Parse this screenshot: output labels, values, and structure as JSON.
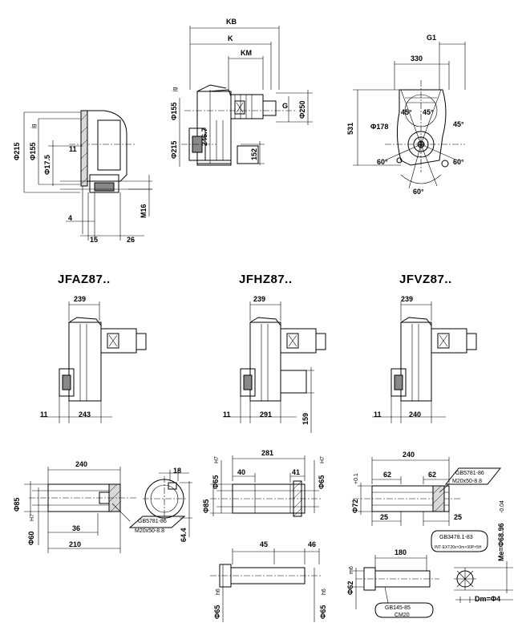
{
  "titles": {
    "faz": "JFAZ87..",
    "fhz": "JFHZ87..",
    "fvz": "JFVZ87.."
  },
  "top_left": {
    "d215": "Φ215",
    "d155": "Φ155",
    "d155_sub": "jg",
    "d17_5": "Φ17.5",
    "n11": "11",
    "n4": "4",
    "n15": "15",
    "n26": "26",
    "m16": "M16"
  },
  "top_mid": {
    "kb": "KB",
    "k": "K",
    "km": "KM",
    "g": "G",
    "d155": "Φ155",
    "d155_sub": "jg",
    "d215": "Φ215",
    "d250": "Φ250",
    "n246_7": "246.7",
    "n152": "152"
  },
  "top_right": {
    "g1": "G1",
    "n330": "330",
    "n531": "531",
    "d178": "Φ178",
    "a45a": "45°",
    "a45b": "45°",
    "a45c": "45°",
    "a60a": "60°",
    "a60b": "60°",
    "a60c": "60°"
  },
  "row2": {
    "faz": {
      "w": "239",
      "a": "11",
      "b": "243"
    },
    "fhz": {
      "w": "239",
      "a": "11",
      "b": "291",
      "c": "159"
    },
    "fvz": {
      "w": "239",
      "a": "11",
      "b": "240"
    }
  },
  "bottom_left": {
    "n240": "240",
    "n18": "18",
    "d85": "Φ85",
    "d60": "Φ60",
    "d60_sup": "H7",
    "n36": "36",
    "n210": "210",
    "n64_4": "64.4",
    "std": "GB5781-86",
    "std2": "M20x50-8.8"
  },
  "bottom_mid": {
    "n281": "281",
    "n40": "40",
    "n41": "41",
    "d65a": "Φ65",
    "d65a_sup": "H7",
    "d65b": "Φ65",
    "d65b_sup": "H7",
    "d85": "Φ85",
    "n45": "45",
    "n46": "46",
    "d65c": "Φ65",
    "d65c_sub": "h6",
    "d65d": "Φ65",
    "d65d_sub": "h6"
  },
  "bottom_right": {
    "n240": "240",
    "n62a": "62",
    "n62b": "62",
    "d72": "Φ72",
    "d72_sup": "+0.1",
    "n25a": "25",
    "n25b": "25",
    "std": "GB5781-86",
    "std2": "M20x50-8.8",
    "std3": "GB3478.1-83",
    "std3b": "INT·EXT20z×3m×30P×5H",
    "n180": "180",
    "d62": "Φ62",
    "d62_sub": "m6",
    "std4": "GB145-85",
    "std4b": "CM20",
    "me": "Me=Φ68.96",
    "me_sub": "-0.04",
    "dm": "Dm=Φ4"
  }
}
